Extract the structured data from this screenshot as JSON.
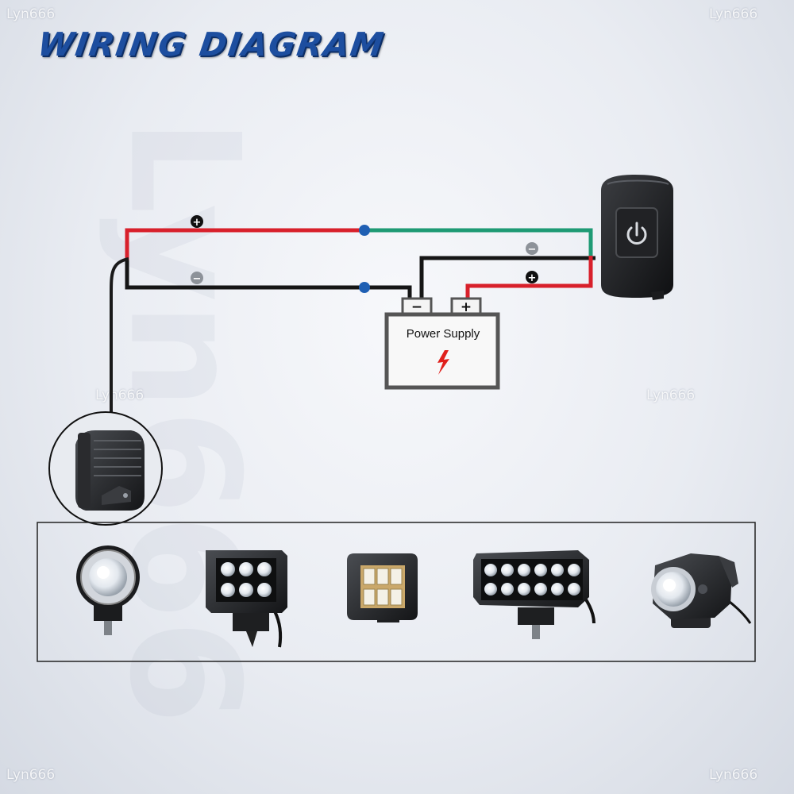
{
  "title": "WIRING DIAGRAM",
  "watermark": "Lyn666",
  "power_supply": {
    "label": "Power Supply",
    "neg_symbol": "−",
    "pos_symbol": "+"
  },
  "wire_signs": {
    "positive": "+",
    "negative": "−"
  },
  "colors": {
    "title": "#1d4e9f",
    "red_wire": "#d8202b",
    "black_wire": "#151515",
    "green_wire": "#1e9a74",
    "junction": "#1f5fb3"
  },
  "icons": [
    "power-button-icon",
    "lightning-icon",
    "round-led-light-icon",
    "square-led-light-icon",
    "cube-led-light-icon",
    "led-light-bar-icon",
    "projector-light-icon"
  ]
}
